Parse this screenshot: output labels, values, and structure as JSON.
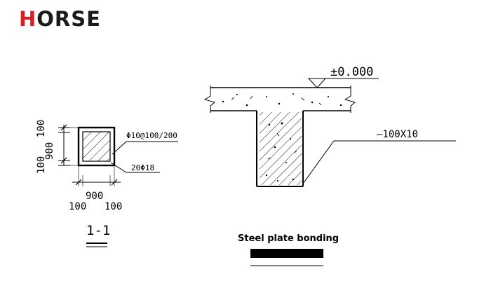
{
  "logo": {
    "first_letter": "H",
    "rest": "ORSE",
    "colors": {
      "accent": "#d42027",
      "text": "#1a1a1a"
    }
  },
  "section_drawing": {
    "dims_vertical": {
      "top": "100",
      "middle": "900",
      "bottom": "100"
    },
    "dims_horizontal": {
      "middle": "900",
      "left": "100",
      "right": "100"
    },
    "stirrup_label": "Φ10@100/200",
    "rebar_label": "20Φ18",
    "section_mark": "1-1"
  },
  "elevation_drawing": {
    "level_label": "±0.000",
    "plate_label": "—100X10"
  },
  "legend": {
    "title": "Steel plate bonding"
  }
}
